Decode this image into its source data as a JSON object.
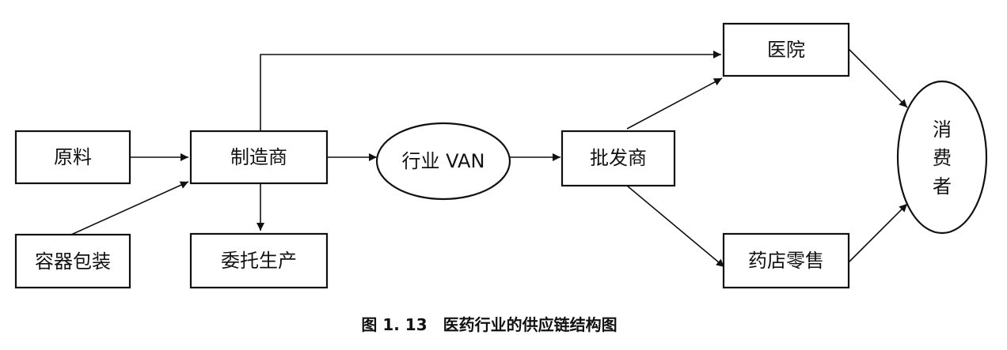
{
  "diagram": {
    "nodes": {
      "raw_material": "原料",
      "container_packaging": "容器包装",
      "manufacturer": "制造商",
      "contract_manufacturing": "委托生产",
      "industry_van": "行业 VAN",
      "wholesaler": "批发商",
      "hospital": "医院",
      "pharmacy_retail": "药店零售",
      "consumer": [
        "消",
        "费",
        "者"
      ]
    },
    "caption": "图 1. 13　医药行业的供应链结构图"
  }
}
